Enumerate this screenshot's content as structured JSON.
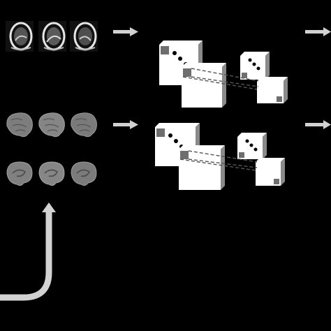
{
  "colors": {
    "background": "#000000",
    "arrow": "#d2d2d2",
    "cube_face": "#ffffff",
    "cube_side": "#8a8a8a",
    "kernel_patch": "#6e6e6e",
    "dots": "#000000"
  },
  "rows": [
    {
      "name": "mri-row-top",
      "kind": "head-scan",
      "count": 3
    },
    {
      "name": "brain-row-middle",
      "kind": "brain-lateral",
      "count": 3
    },
    {
      "name": "brain-row-bottom",
      "kind": "brain-sagittal",
      "count": 3
    }
  ],
  "cnn_stages": [
    {
      "name": "cnn-stage-top",
      "volumes": 4
    },
    {
      "name": "cnn-stage-bottom",
      "volumes": 4
    }
  ],
  "arrows": [
    {
      "name": "input-arrow-top",
      "direction": "right"
    },
    {
      "name": "output-arrow-top",
      "direction": "right"
    },
    {
      "name": "input-arrow-middle",
      "direction": "right"
    },
    {
      "name": "output-arrow-middle",
      "direction": "right"
    },
    {
      "name": "feedback-arrow",
      "direction": "up"
    }
  ]
}
